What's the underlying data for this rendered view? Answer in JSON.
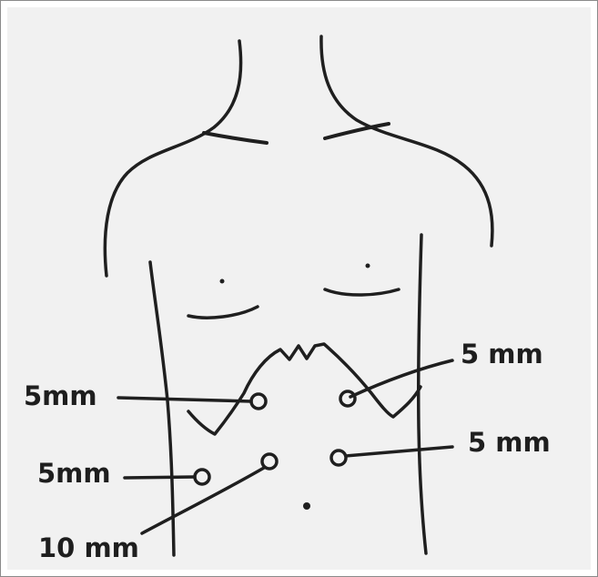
{
  "figure": {
    "labels": {
      "upper_left": "5mm",
      "upper_right": "5 mm",
      "middle_right": "5 mm",
      "lower_left": "5mm",
      "bottom_left": "10 mm"
    }
  }
}
